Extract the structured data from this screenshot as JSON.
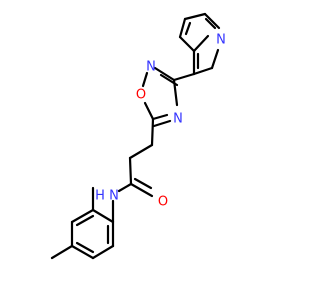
{
  "structure": {
    "atoms": {
      "n_pyridine": {
        "symbol": "N",
        "color": "#3333ff"
      },
      "n_ring_a": {
        "symbol": "N",
        "color": "#3333ff"
      },
      "n_ring_b": {
        "symbol": "N",
        "color": "#3333ff"
      },
      "o_ring": {
        "symbol": "O",
        "color": "#ff0000"
      },
      "o_carbonyl": {
        "symbol": "O",
        "color": "#ff0000"
      },
      "n_amide": {
        "symbol": "N",
        "color": "#3333ff"
      },
      "h_amide": {
        "symbol": "H",
        "color": "#3333ff"
      }
    },
    "bond_color": "#000000"
  }
}
